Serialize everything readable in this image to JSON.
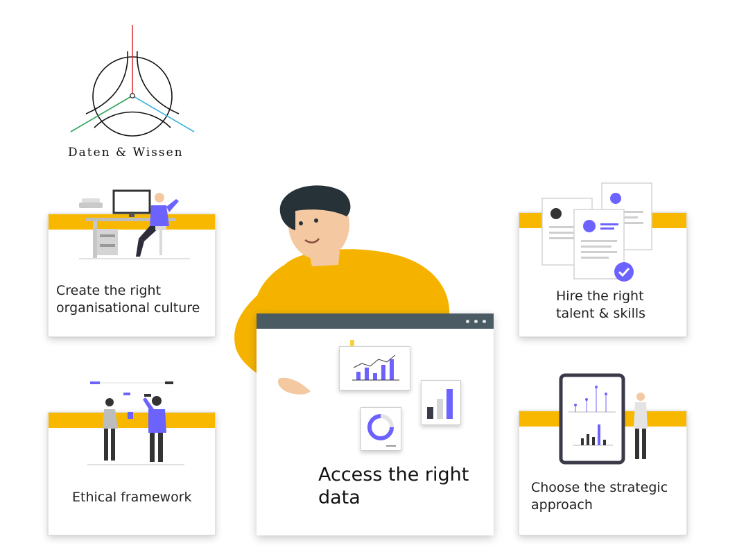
{
  "brand": {
    "name": "Daten & Wissen"
  },
  "cards": {
    "culture": "Create the right organisational culture",
    "hire": "Hire the right talent & skills",
    "ethics": "Ethical framework",
    "strategy": "Choose the strategic approach"
  },
  "center": {
    "title": "Access the right data"
  },
  "colors": {
    "accent_yellow": "#f8b800",
    "purple": "#6c63ff",
    "browser_bar": "#4b5b64",
    "logo_red": "#d9383a",
    "logo_green": "#2ea35a",
    "logo_blue": "#3bb3dc"
  }
}
